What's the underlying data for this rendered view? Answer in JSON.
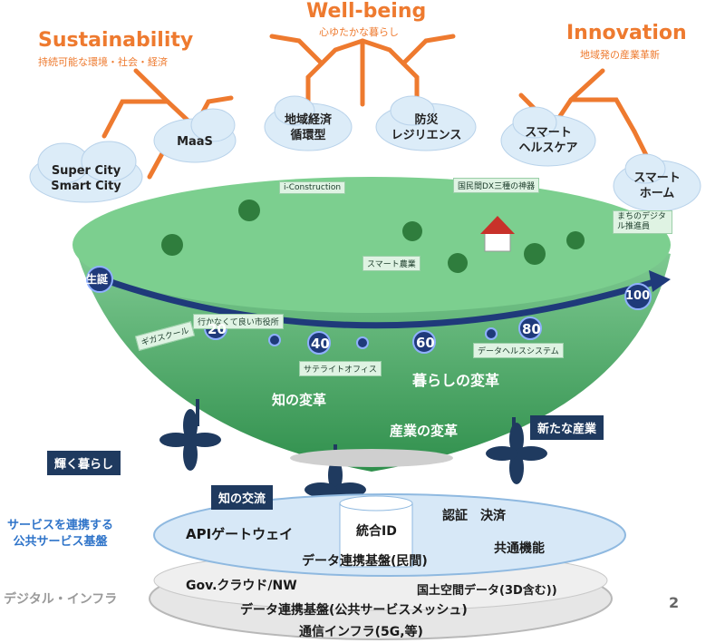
{
  "pillars": {
    "sustainability": {
      "title": "Sustainability",
      "subtitle": "持続可能な環境・社会・経済"
    },
    "wellbeing": {
      "title": "Well-being",
      "subtitle": "心ゆたかな暮らし"
    },
    "innovation": {
      "title": "Innovation",
      "subtitle": "地域発の産業革新"
    }
  },
  "clouds": [
    {
      "line1": "Super City",
      "line2": "Smart City"
    },
    {
      "line1": "MaaS",
      "line2": ""
    },
    {
      "line1": "地域経済",
      "line2": "循環型"
    },
    {
      "line1": "防災",
      "line2": "レジリエンス"
    },
    {
      "line1": "スマート",
      "line2": "ヘルスケア"
    },
    {
      "line1": "スマート",
      "line2": "ホーム"
    }
  ],
  "bowl_tags": {
    "i_construction": "i-Construction",
    "dx_three": "国民間DX三種の神器",
    "machi_digital": "まちのデジタル推進員",
    "smart_farm": "スマート農業",
    "city_office": "行かなくて良い市役所",
    "giga_school": "ギガスクール",
    "satellite_office": "サテライトオフィス",
    "data_health": "データヘルスシステム"
  },
  "timeline": {
    "birth": "生誕",
    "marks": [
      "20",
      "40",
      "60",
      "80",
      "100"
    ]
  },
  "layers": {
    "life_reform": "暮らしの変革",
    "knowledge_reform": "知の変革",
    "industry_reform": "産業の変革"
  },
  "boxes": {
    "shining_life": "輝く暮らし",
    "knowledge_exchange": "知の交流",
    "new_industry": "新たな産業"
  },
  "service_platform": {
    "side_label_1": "サービスを連携する",
    "side_label_2": "公共サービス基盤",
    "api_gateway": "APIゲートウェイ",
    "unified_id": "統合ID",
    "auth_payment": "認証　決済",
    "common_functions": "共通機能",
    "data_platform_private": "データ連携基盤(民間)"
  },
  "digital_infra": {
    "side_label": "デジタル・インフラ",
    "gov_cloud": "Gov.クラウド/NW",
    "geo_data": "国土空間データ(3D含む))",
    "data_platform_public": "データ連携基盤(公共サービスメッシュ)",
    "comm_infra": "通信インフラ(5G,等)"
  },
  "page_number": "2",
  "colors": {
    "orange": "#ee7a2f",
    "bowl_green": "#58b86e",
    "navy": "#1f3a5f",
    "cloud_blue": "#dcecf8",
    "platform_blue": "#d7e8f7"
  }
}
